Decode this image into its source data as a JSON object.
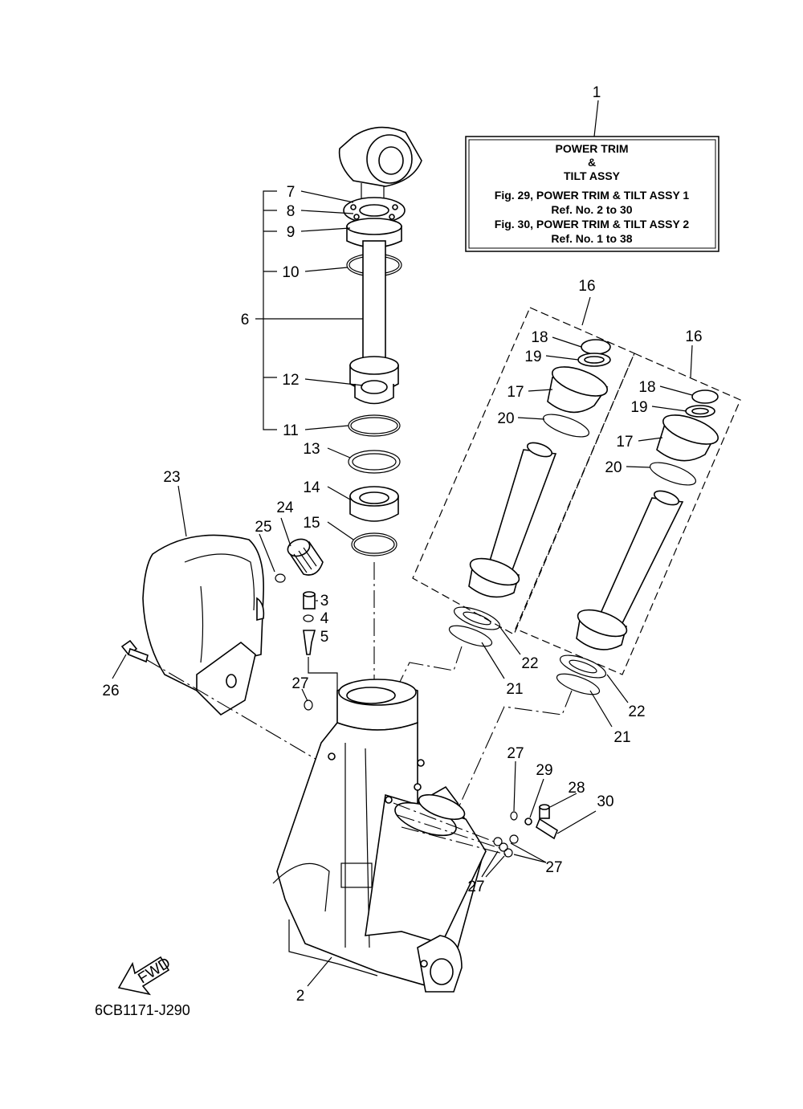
{
  "title_box": {
    "ref": "1",
    "line1": "POWER TRIM",
    "line2": "&",
    "line3": "TILT ASSY",
    "line4": "Fig. 29, POWER TRIM & TILT ASSY 1",
    "line5": "Ref. No. 2 to 30",
    "line6": "Fig. 30, POWER TRIM & TILT ASSY 2",
    "line7": "Ref. No. 1 to 38"
  },
  "labels": {
    "l2": "2",
    "l3": "3",
    "l4": "4",
    "l5": "5",
    "l6": "6",
    "l7": "7",
    "l8": "8",
    "l9": "9",
    "l10": "10",
    "l11": "11",
    "l12": "12",
    "l13": "13",
    "l14": "14",
    "l15": "15",
    "l16a": "16",
    "l16b": "16",
    "l17a": "17",
    "l17b": "17",
    "l18a": "18",
    "l18b": "18",
    "l19a": "19",
    "l19b": "19",
    "l20a": "20",
    "l20b": "20",
    "l21a": "21",
    "l21b": "21",
    "l22a": "22",
    "l22b": "22",
    "l23": "23",
    "l24": "24",
    "l25": "25",
    "l26": "26",
    "l27a": "27",
    "l27b": "27",
    "l27c": "27",
    "l27d": "27",
    "l28": "28",
    "l29": "29",
    "l30": "30"
  },
  "fwd_label": "FWD",
  "diagram_code": "6CB1171-J290"
}
